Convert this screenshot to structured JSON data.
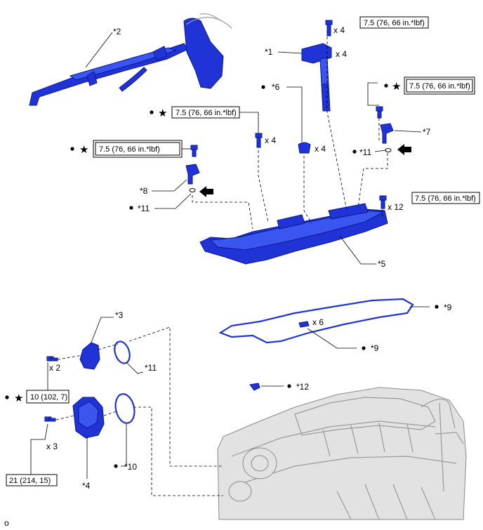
{
  "colors": {
    "part": "#1f33d6",
    "engine": "#e2e2e2",
    "text": "#000000"
  },
  "icons": [
    "dot-icon",
    "star-icon",
    "arrow-icon",
    "bolt-icon"
  ],
  "labels": {
    "p2": "*2",
    "p1": "*1",
    "p1_qty": "x 4",
    "p6": "*6",
    "p6_qty": "x 4",
    "p7": "*7",
    "p8": "*8",
    "p11a": "*11",
    "p11b": "*11",
    "p12_qty": "x 12",
    "p5": "*5",
    "top_bolt_qty": "x 4",
    "mid_bolt_qty": "x 4",
    "p3": "*3",
    "p3_qty": "x 2",
    "p11c": "*11",
    "p9a": "*9",
    "p9b": "*9",
    "p9_qty": "x 6",
    "p12": "*12",
    "p4": "*4",
    "p4_qty": "x 3",
    "p10": "*10",
    "corner": "o"
  },
  "torques": {
    "t_top": "7.5 (76, 66 in.*lbf)",
    "t_mid": "7.5 (76, 66 in.*lbf)",
    "t_right": "7.5 (76, 66 in.*lbf)",
    "t_left": "7.5 (76, 66 in.*lbf)",
    "t_cover": "7.5 (76, 66 in.*lbf)",
    "t_pump_cover": "10 (102, 7)",
    "t_pump": "21 (214, 15)"
  }
}
